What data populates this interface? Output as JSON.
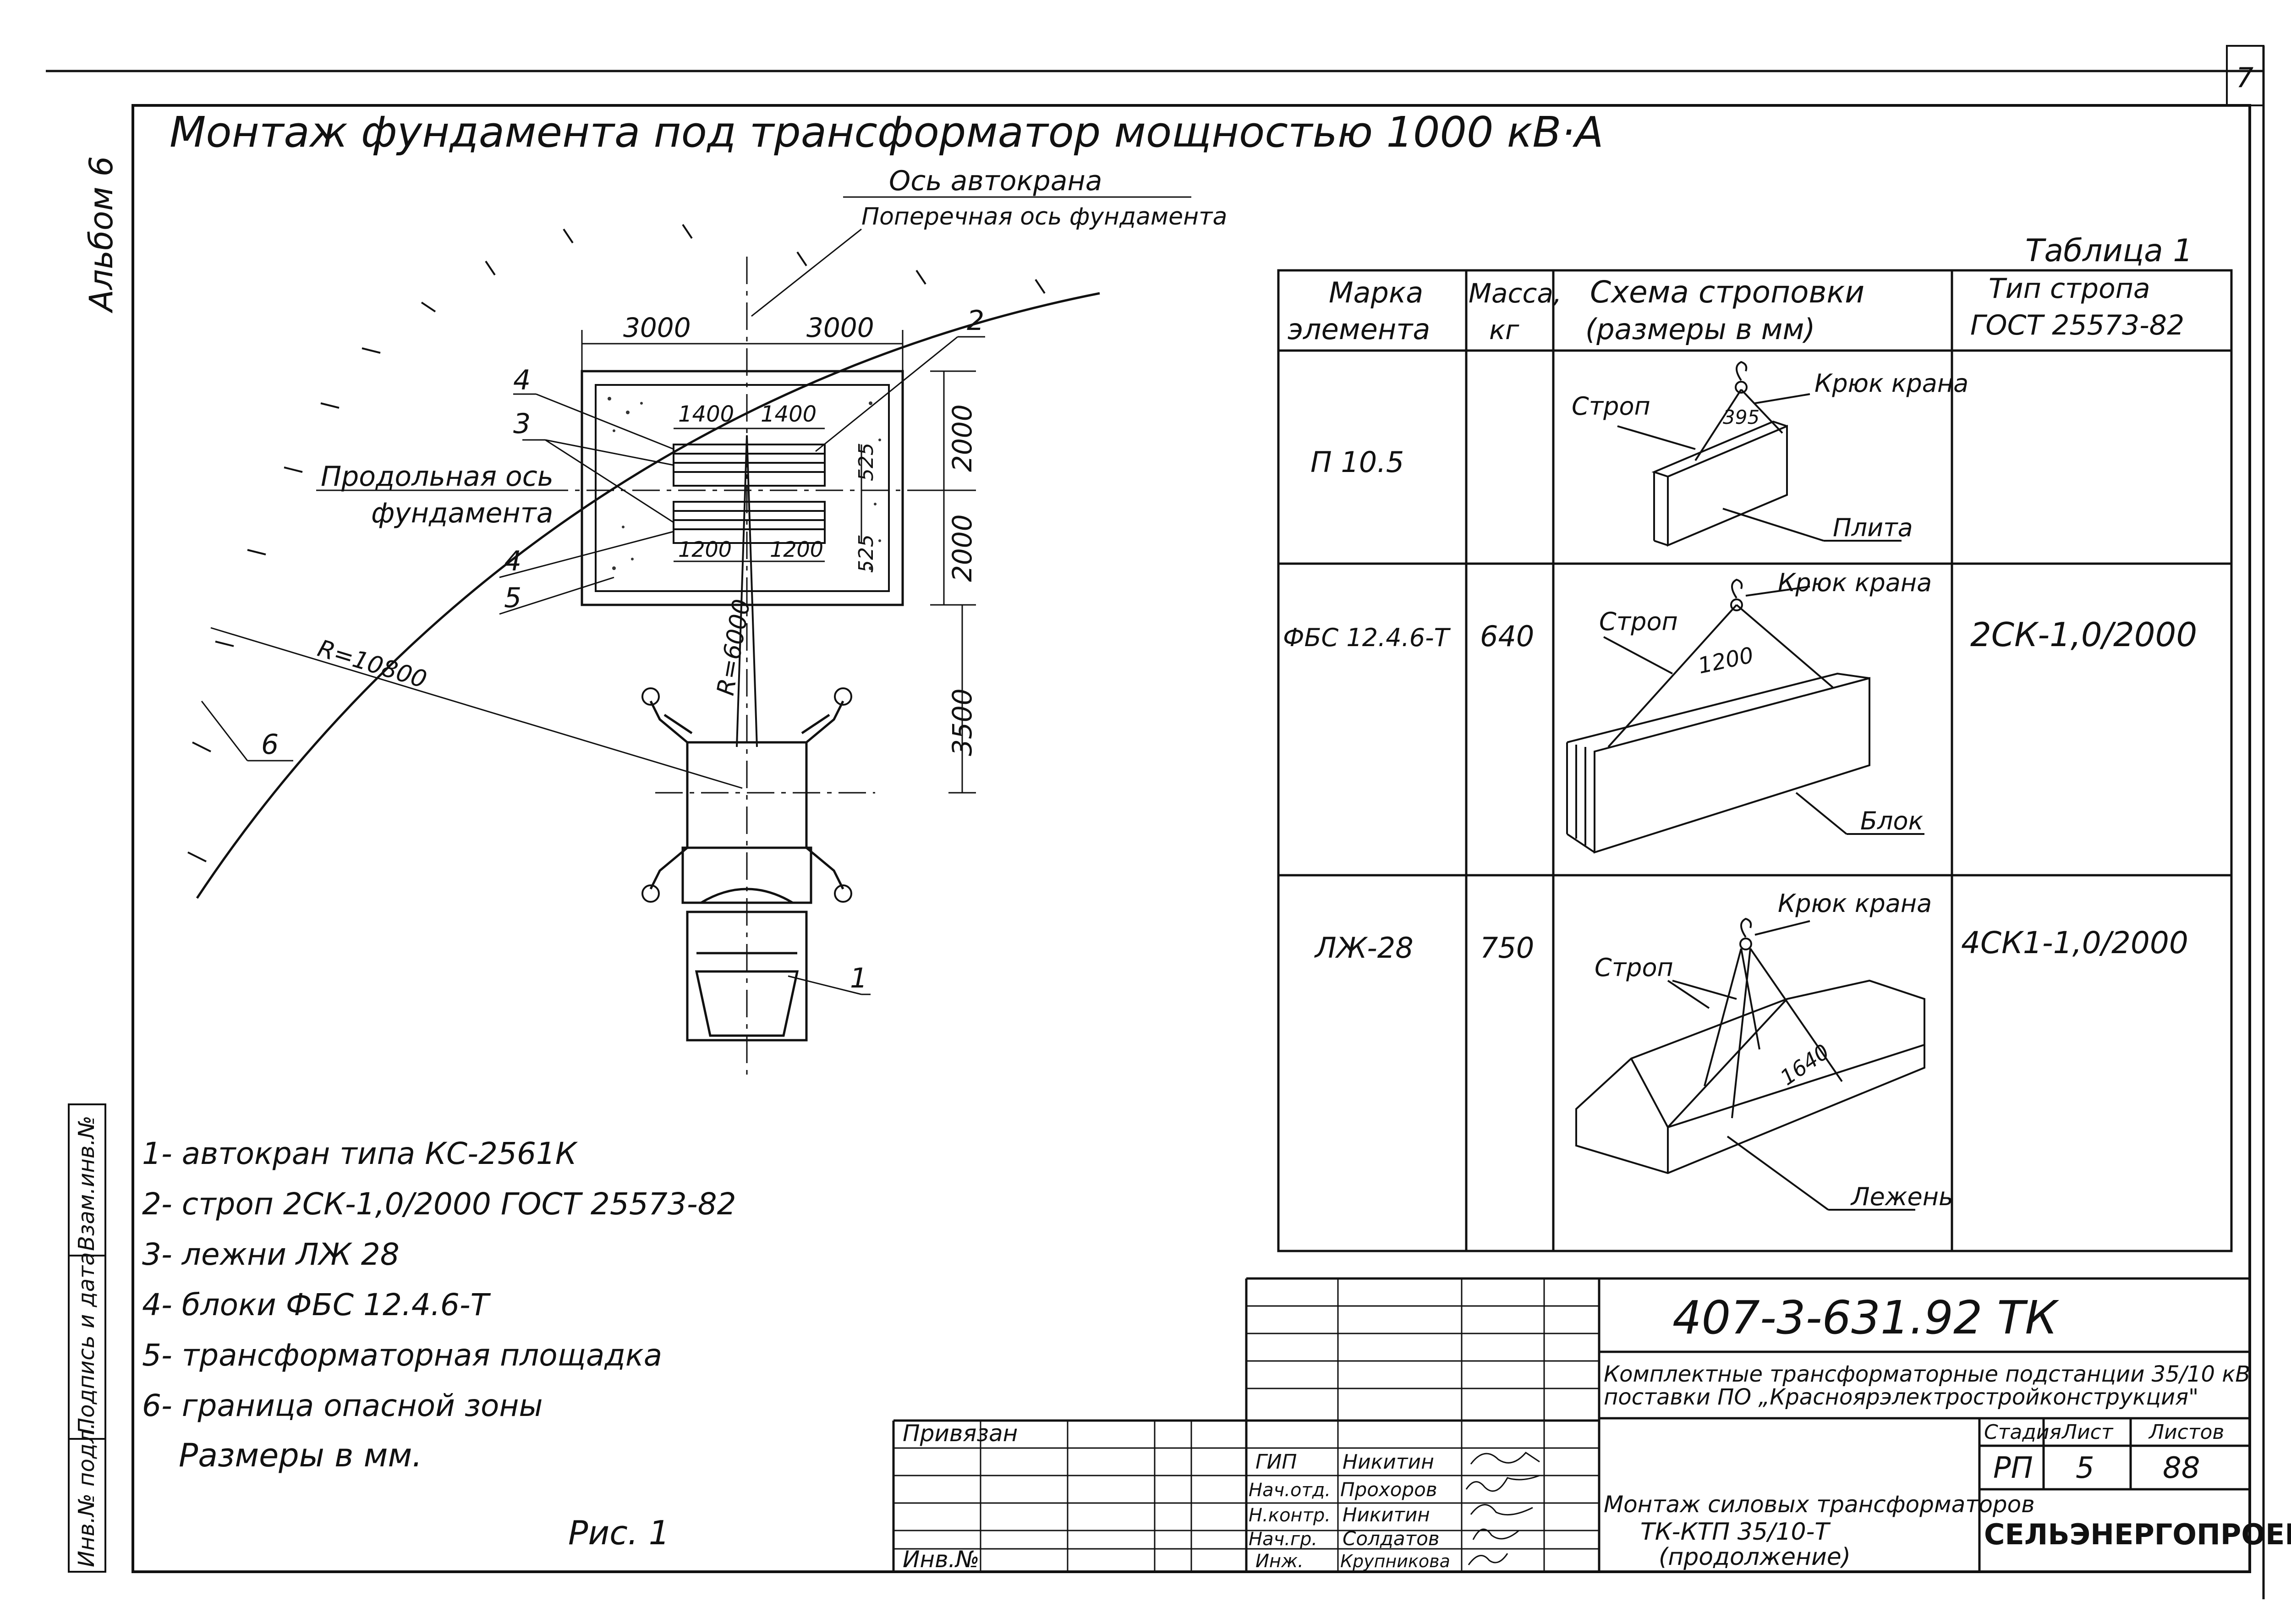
{
  "sheet": {
    "sheet_number": "7",
    "album": "Альбом 6",
    "title": "Монтаж фундамента под трансформатор мощностью 1000 кВ·А",
    "figure": "Рис. 1"
  },
  "drawing": {
    "crane_axis": "Ось автокрана",
    "cross_axis": "Поперечная ось фундамента",
    "long_axis_1": "Продольная ось",
    "long_axis_2": "фундамента",
    "dims": {
      "d3000a": "3000",
      "d3000b": "3000",
      "d1400a": "1400",
      "d1400b": "1400",
      "d1200a": "1200",
      "d1200b": "1200",
      "d525a": "525",
      "d525b": "525",
      "d2000a": "2000",
      "d2000b": "2000",
      "d3500": "3500",
      "r6000": "R=6000",
      "r10800": "R=10800"
    },
    "callouts": [
      "1",
      "2",
      "3",
      "4",
      "4",
      "5",
      "6"
    ]
  },
  "legend": {
    "items": [
      "1- автокран типа КС-2561К",
      "2- строп 2СК-1,0/2000 ГОСТ 25573-82",
      "3- лежни ЛЖ 28",
      "4- блоки ФБС 12.4.6-Т",
      "5- трансформаторная площадка",
      "6- граница опасной зоны"
    ],
    "units": "Размеры в мм."
  },
  "table": {
    "caption": "Таблица 1",
    "headers": {
      "mark_1": "Марка",
      "mark_2": "элемента",
      "mass_1": "Масса,",
      "mass_2": "кг",
      "scheme_1": "Схема строповки",
      "scheme_2": "(размеры в мм)",
      "sling_1": "Тип стропа",
      "sling_2": "ГОСТ 25573-82"
    },
    "rows": [
      {
        "mark": "П 10.5",
        "mass": "",
        "sling": "",
        "labels": [
          "Строп",
          "Крюк крана",
          "395",
          "Плита"
        ]
      },
      {
        "mark": "ФБС 12.4.6-Т",
        "mass": "640",
        "sling": "2СК-1,0/2000",
        "labels": [
          "Строп",
          "Крюк крана",
          "1200",
          "Блок"
        ]
      },
      {
        "mark": "ЛЖ-28",
        "mass": "750",
        "sling": "4СК1-1,0/2000",
        "labels": [
          "Строп",
          "Крюк крана",
          "1640",
          "Лежень"
        ]
      }
    ]
  },
  "side_stamp": [
    "Инв.№ подл.",
    "Подпись и дата",
    "Взам.инв.№"
  ],
  "stamp": {
    "doc_code": "407-3-631.92 ТК",
    "project_1": "Комплектные трансформаторные подстанции 35/10 кВ",
    "project_2": "поставки ПО „Красноярэлектростройконструкция\"",
    "stage_label": "Стадия",
    "sheet_label": "Лист",
    "sheets_label": "Листов",
    "stage": "РП",
    "sheet": "5",
    "sheets": "88",
    "sheet_title_1": "Монтаж силовых трансформаторов",
    "sheet_title_2": "ТК-КТП 35/10-Т",
    "sheet_title_3": "(продолжение)",
    "org": "СЕЛЬЭНЕРГОПРОЕКТ",
    "bound": "Привязан",
    "inv": "Инв.№",
    "people": [
      {
        "role": "ГИП",
        "name": "Никитин"
      },
      {
        "role": "Нач.отд.",
        "name": "Прохоров"
      },
      {
        "role": "Н.контр.",
        "name": "Никитин"
      },
      {
        "role": "Нач.гр.",
        "name": "Солдатов"
      },
      {
        "role": "Инж.",
        "name": "Крупникова"
      }
    ]
  }
}
